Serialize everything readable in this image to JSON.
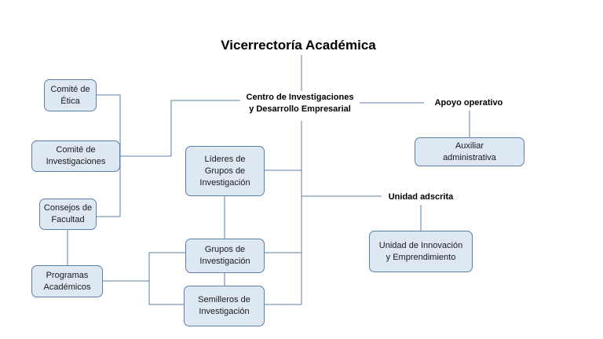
{
  "title": "Vicerrectoría Académica",
  "center": "Centro de Investigaciones\ny Desarrollo  Empresarial",
  "apoyo": "Apoyo operativo",
  "unidad_adscrita": "Unidad adscrita",
  "boxes": {
    "auxiliar": "Auxiliar\nadministrativa",
    "unidad_innovacion": "Unidad de Innovación\ny Emprendimiento",
    "comite_etica": "Comité de\nÉtica",
    "comite_investigaciones": "Comité de\nInvestigaciones",
    "consejos": "Consejos de\nFacultad",
    "programas": "Programas\nAcadémicos",
    "lideres": "Líderes de\nGrupos de\nInvestigación",
    "grupos": "Grupos de\nInvestigación",
    "semilleros": "Semilleros de\nInvestigación"
  },
  "colors": {
    "box_fill": "#dde8f3",
    "box_border": "#5b7fa6",
    "line": "#5b7fa6"
  }
}
